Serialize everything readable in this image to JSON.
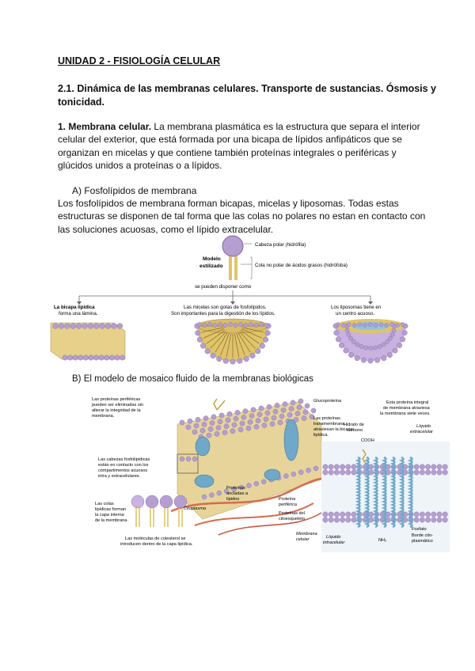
{
  "doc": {
    "unit_title": "UNIDAD 2 - FISIOLOGÍA CELULAR",
    "section_title": "2.1. Dinámica de las membranas celulares. Transporte de sustancias. Ósmosis y tonicidad.",
    "intro_lead": "1. Membrana celular.",
    "intro_text": " La membrana plasmática es la estructura que separa el interior celular del exterior, que está formada por una bicapa de lípidos anfipáticos que se organizan en micelas y que contiene también proteínas integrales o periféricas y glúcidos unidos a proteínas o a lípidos.",
    "subA_heading": "A)  Fosfolípidos de membrana",
    "subA_text": "Los fosfolípidos de membrana forman bicapas, micelas y liposomas. Todas estas estructuras se disponen de tal forma que las colas no polares no estan en contacto con las soluciones acuosas, como el lípido extracelular.",
    "subB_heading": "B)  El modelo de mosaico fluido de la membranas biológicas"
  },
  "fig1": {
    "polar_head": "Cabeza polar (hidrófila)",
    "tail": "Cola no polar de ácidos grasos (hidrófoba)",
    "model_line1": "Modelo",
    "model_line2": "estilizado",
    "arrangement": "se pueden disponer como",
    "bilayer_line1": "La bicapa lipídica",
    "bilayer_line2": "forma una lámina.",
    "micelle_line1": "Las micelas son gotas de fosfolípidos.",
    "micelle_line2": "Son importantes para la digestión de los lípidos.",
    "liposome_line1": "Los liposomas tiene en",
    "liposome_line2": "un centro acuoso."
  },
  "fig2": {
    "peripheral": [
      "Las proteínas periféricas",
      "pueden ser eliminadas sin",
      "alterar la integridad de la",
      "membrana."
    ],
    "heads": [
      "Las cabezas fosfolipídicas",
      "están en contacto con los",
      "compartimentos acuosos",
      "intra y extracelulares."
    ],
    "tails": [
      "Las colas",
      "lipídicas forman",
      "la capa interna",
      "de la membrana."
    ],
    "cholesterol": [
      "Las moléculas de colesterol se",
      "introducen dentro de la capa lipídica."
    ],
    "glycoprotein": "Glucoproteína",
    "transmembrane": [
      "Las proteínas",
      "transmembrana",
      "atraviesan la bicapa",
      "lipídica."
    ],
    "anchored": [
      "Proteínas",
      "ancladas a",
      "lípidos"
    ],
    "cytoplasm": "Citoplasma",
    "peripheral_protein": [
      "Proteína",
      "periférica"
    ],
    "cytoskeleton": [
      "Proteínas del",
      "citoesqueleto"
    ],
    "seven_pass": [
      "Esta proteína integral",
      "de membrana atraviesa",
      "la membrana siete veces."
    ],
    "carbohydrate": [
      "Hidrato de",
      "carbono"
    ],
    "cooh": "COOH",
    "extracellular": [
      "Líquido",
      "extracelular"
    ],
    "membrane": [
      "Membrana",
      "celular"
    ],
    "intracellular": [
      "Líquido",
      "intracelular"
    ],
    "nh2": "NH₂",
    "phospholipid": "Fosfato",
    "cytoplasmic_face": [
      "Borde cito-",
      "plasmático"
    ]
  },
  "colors": {
    "head": "#b59fd0",
    "head_dark": "#7f64a8",
    "tail": "#e0c46a",
    "protein": "#6fa8c8",
    "filament": "#d86a4f",
    "text": "#111111"
  }
}
